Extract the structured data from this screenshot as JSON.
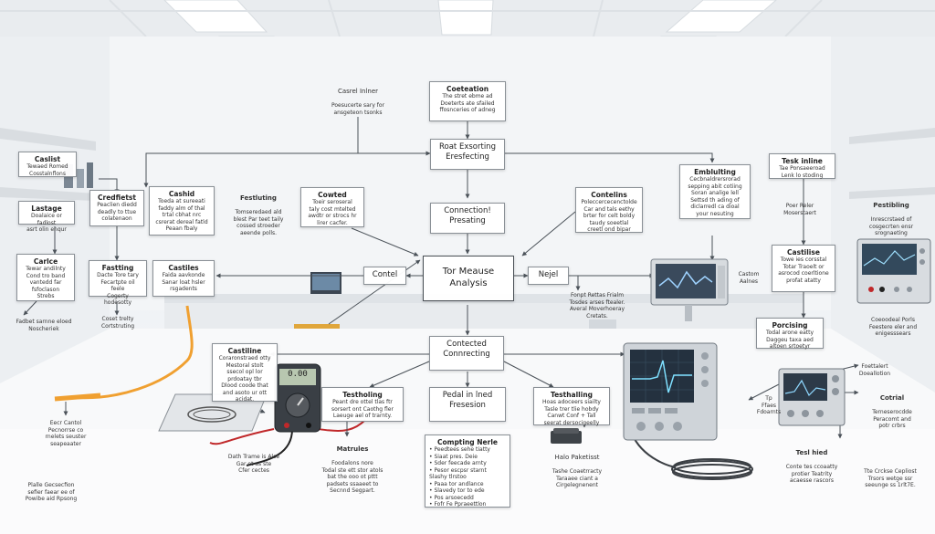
{
  "colors": {
    "background": "#f2f4f6",
    "node_border": "#8a9096",
    "connector": "#4b5259",
    "cable_orange": "#f0a030"
  },
  "center": {
    "title": "Tor Meause",
    "subtitle": "Analysis"
  },
  "nodes": [
    {
      "id": "top",
      "title": "Coeteation",
      "body": "The stret ebme ad\nDoeterts ate sfailed\nffosnceries of adneg"
    },
    {
      "id": "root-exporting",
      "title": "Roat Exsorting",
      "body": "Eresfecting"
    },
    {
      "id": "connection-presting",
      "title": "Connection!",
      "body": "Presating"
    },
    {
      "id": "contel",
      "title": "Contel",
      "body": ""
    },
    {
      "id": "nejel",
      "title": "Nejel",
      "body": ""
    },
    {
      "id": "contected",
      "title": "Contected",
      "body": "Connrecting"
    },
    {
      "id": "crethetst",
      "title": "Credfietst",
      "body": "Peaclien diedd\ndeadly to ttue\ncolatenaon"
    },
    {
      "id": "cashid",
      "title": "Cashid",
      "body": "Toeda at sureeati\nfaddy alm of thal\ntrtal cbhat nrc\ncsrerat dereal fatld\nPeaan fbaly"
    },
    {
      "id": "festluting",
      "title": "Festluting",
      "body": "Tomseredaed ald\nblest Par teet taily\ncossed stroeder\naeende polls."
    },
    {
      "id": "cowted",
      "title": "Cowted",
      "body": "Toeir seroseral\ntaly cost mtelted\nawdtr or strocs hr\nlirer cacfer."
    },
    {
      "id": "contelins",
      "title": "Contelins",
      "body": "Poleccercecenctolde\nCar and tals eethy\nbrter for celt boldy\ntaudy soeetlal\ncreetl ond bipar"
    },
    {
      "id": "embluting",
      "title": "Emblulting",
      "body": "Cecbnaldrersrorad\nsepping abit cotiing\nSoran analige lell\nSettsd th ading of\ndiclarredl ca dioal\nyour nesuting"
    },
    {
      "id": "tesk-inline",
      "title": "Tesk inline",
      "body": "Tae Ponsaeeroad\nLenk lo stoding"
    },
    {
      "id": "castiles",
      "title": "Castiles",
      "body": "Faida aavkonde\nSanar loat hsler\nrsgadents"
    },
    {
      "id": "lastage",
      "title": "Lastage",
      "body": "Doalaice or fadlost\nasrt olin enqur"
    },
    {
      "id": "caslist",
      "title": "Caslist",
      "body": "Tewaed Romed\nCosstalnflons"
    },
    {
      "id": "carlce",
      "title": "Carlce",
      "body": "Tewar andilnty\nCond tro band\nvantedd far\nfsfoclason\nStrebs"
    },
    {
      "id": "fastting",
      "title": "Fastting",
      "body": "Dacte Tore tary\nFecartpte oil feele\nCogerty hodesotty"
    },
    {
      "id": "castiline",
      "title": "Castiline",
      "body": "Coraronstraed otty\nMestoral stolt\nssecol opl lor\nprdoatay tbr\nDlood coode that\nand asoto ur ott\nacidat."
    },
    {
      "id": "testholing-1",
      "title": "Testholing",
      "body": "Peant dre ottel tlas ftr\nsorsert ont Caothg fler\nLaeuge ael of trarnty."
    },
    {
      "id": "pedal",
      "title": "Pedal in lned",
      "body": "Fresesion"
    },
    {
      "id": "testhalling-2",
      "title": "Testhalling",
      "body": "Hoas adoceers siailty\nTasle trer tlie hobdy\nCanwt Conf + Tall\nseerat dersocigeelly"
    },
    {
      "id": "castilise",
      "title": "Castilise",
      "body": "Towe ies corsstal\nTotar Traoelt or\nasrocod coerltione\nprofat atatty"
    },
    {
      "id": "porcising",
      "title": "Porcising",
      "body": "Todal arone eatty\nDaggeu taxa aed\naltoen srtoetyr"
    },
    {
      "id": "compting",
      "title": "Compting Nerle",
      "body": "• Peedtees sehe tiatty\n• Siaat pres. Deie\n• Sder feecade arnty\n• Pesor escpsr starnt\n  Slashy tlrstoo\n• Paaa tor andlance\n• Slavedy tor to ede\n• Pos arsoecedd\n• Fofr Fe Ppraeettlon"
    }
  ],
  "labels": [
    {
      "id": "casrel-inlner",
      "title": "Casrel Inlner",
      "body": "Poesucerte sary for\nansgeteon tsonks"
    },
    {
      "id": "castom-aalnes",
      "title": "",
      "body": "Castom\nAalnes"
    },
    {
      "id": "fonpt",
      "title": "",
      "body": "Fonpt Rettas Frialm\nTosdes arses ftealer.\nAveral Moverhoeray\nCretats."
    },
    {
      "id": "pocer-reler",
      "title": "",
      "body": "Poer Reler\nMoserstaert"
    },
    {
      "id": "pestibling",
      "title": "Pestibling",
      "body": "Inrescrstaed of\ncosgecrten ensr\nsrognaeting"
    },
    {
      "id": "coset-trelty",
      "title": "",
      "body": "Coset trelty\nCortstruting"
    },
    {
      "id": "fadbet",
      "title": "",
      "body": "Fadbet sarnne eloed\nNoscheriek"
    },
    {
      "id": "matrules",
      "title": "Matrules",
      "body": "Foodalons nore\nTodal ste ett stor atols\nbat the ooo ot pttt\npadsets ssaaeet to\nSecnnd Segpart."
    },
    {
      "id": "dath",
      "title": "",
      "body": "Dath Trame is Alce\nGar ot as ste\nCfer cectes"
    },
    {
      "id": "halo-paketisst",
      "title": "Halo Paketisst",
      "body": "Tashe Coaetrracty\nTaraaee ciant a\nCirgelegnenent"
    },
    {
      "id": "eecr-cantol",
      "title": "",
      "body": "Eecr Cantol\nPecnorrse co\nrnelets seuster\nseapeaater"
    },
    {
      "id": "plalle",
      "title": "",
      "body": "Plalle Gecsecfion\nsefier faear ee of\nPowibe aid Rpsong"
    },
    {
      "id": "coeoodeal",
      "title": "",
      "body": "Coeoodeal Porls\nFeestere eler and\nenigesssears"
    },
    {
      "id": "tocttalert",
      "title": "",
      "body": "Foettalert\nDoeallotion"
    },
    {
      "id": "tp",
      "title": "",
      "body": "Tp\nFfaes\nFdoarnts"
    },
    {
      "id": "cotrial",
      "title": "Cotrial",
      "body": "Terneserocdde\nPeracomt and\npotr crbrs"
    },
    {
      "id": "tesl-hied",
      "title": "Tesl hied",
      "body": "Conte tes ccoaatty\nprotier Teatrity\nacaesse rascors"
    },
    {
      "id": "the-cracker",
      "title": "",
      "body": "Tte Crckse Cepliost\nTrsors wetge ssr\nseeunge ss 1rlt7E."
    }
  ],
  "devices": {
    "multimeter_display": "0.00",
    "scope_screen": "waveform"
  }
}
